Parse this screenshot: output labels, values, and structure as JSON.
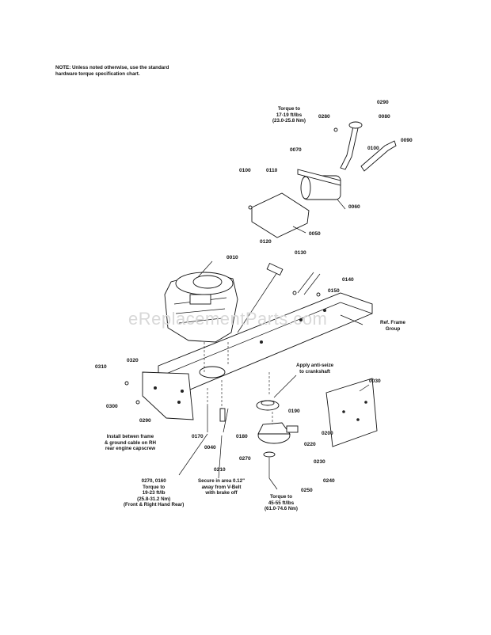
{
  "note": "NOTE: Unless noted otherwise, use the standard hardware torque specification chart.",
  "watermark": "eReplacementParts.com",
  "callouts": {
    "torque_muffler": "Torque to\n17-19 ft/lbs\n(23.0-25.8 Nm)",
    "ref_frame": "Ref. Frame\nGroup",
    "anti_seize": "Apply anti-seize\nto crankshaft",
    "install_between": "Install betwen frame\n& ground cable on RH\nrear engine capscrew",
    "torque_engine": "0270, 0160\nTorque to\n19-23 ft/lb\n(25.8-31.2 Nm)\n(Front & Right Hand Rear)",
    "secure_area": "Secure in area 0.12\"\naway from V-Belt\nwith brake off",
    "torque_clutch": "Torque to\n45-55 ft/lbs\n(61.0-74.6 Nm)"
  },
  "part_labels": {
    "p0010": "0010",
    "p0030": "0030",
    "p0040": "0040",
    "p0050": "0050",
    "p0060": "0060",
    "p0070": "0070",
    "p0080": "0080",
    "p0090": "0090",
    "p0100a": "0100",
    "p0100b": "0100",
    "p0110": "0110",
    "p0120": "0120",
    "p0130": "0130",
    "p0140": "0140",
    "p0150": "0150",
    "p0160": "0160",
    "p0170": "0170",
    "p0180": "0180",
    "p0190": "0190",
    "p0200": "0200",
    "p0210": "0210",
    "p0220": "0220",
    "p0230": "0230",
    "p0240": "0240",
    "p0250": "0250",
    "p0270": "0270",
    "p0280": "0280",
    "p0290": "0290",
    "p0290b": "0290",
    "p0300": "0300",
    "p0310": "0310",
    "p0320": "0320"
  }
}
